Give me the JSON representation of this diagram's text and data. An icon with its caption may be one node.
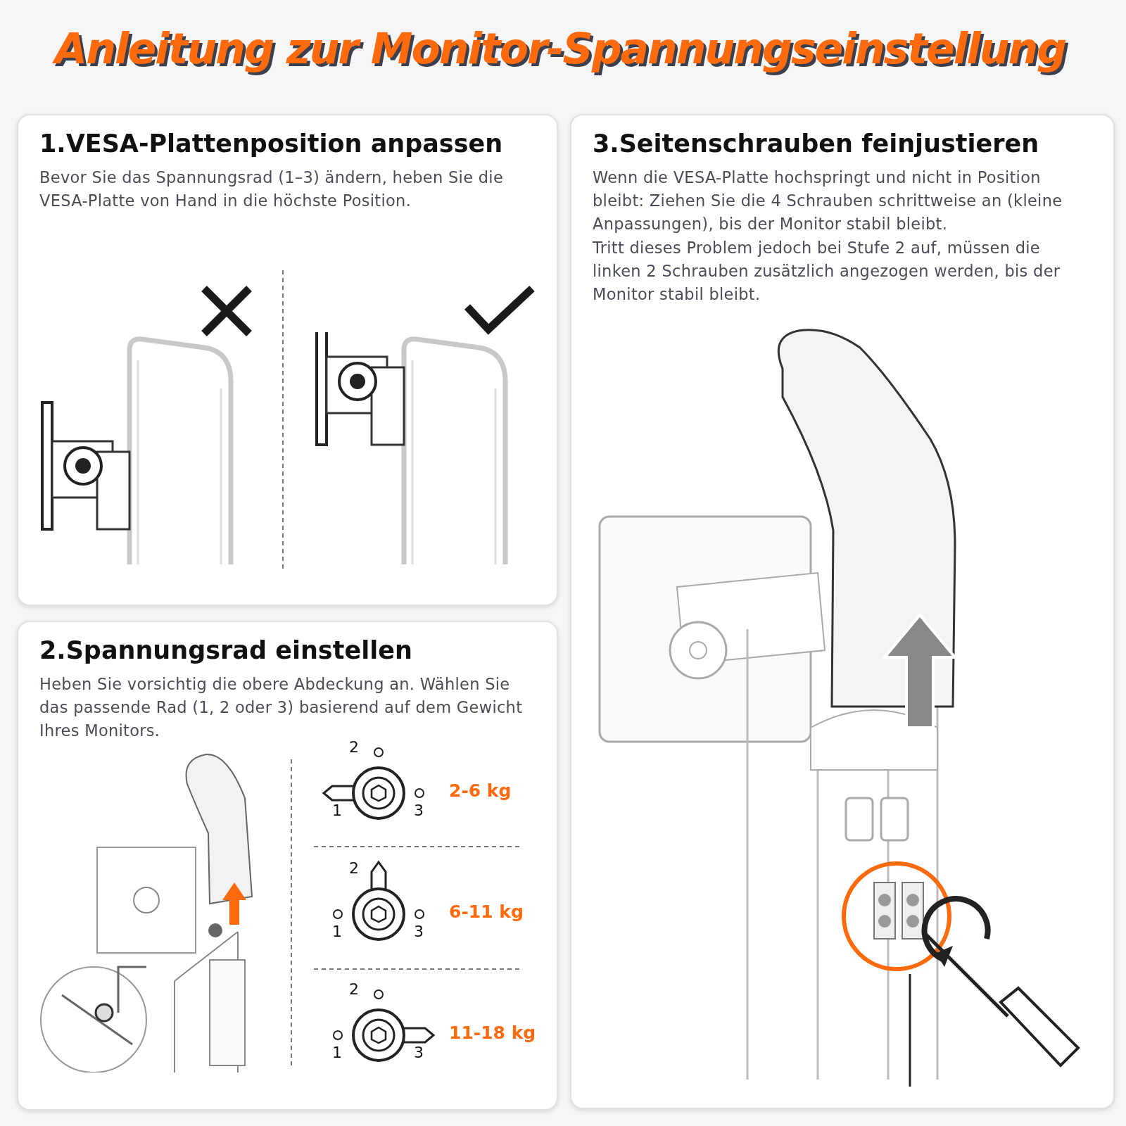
{
  "diagram": {
    "title": "Anleitung zur Monitor-Spannungseinstellung",
    "nodes": [
      {
        "text": [
          "1.VESA-Plattenposition anpassen",
          "Bevor Sie das Spannungsrad (1–3) ändern, heben Sie die VESA-Platte von Hand in die höchste Position."
        ]
      },
      {
        "text": [
          "2.Spannungsrad einstellen",
          "Heben Sie vorsichtig die obere Abdeckung an. Wählen Sie das passende Rad (1, 2 oder 3) basierend auf dem Gewicht Ihres Monitors."
        ]
      },
      {
        "text": [
          "3.Seitenschrauben feinjustieren",
          "Wenn die VESA-Platte hochspringt und nicht in Position bleibt: Ziehen Sie die 4 Schrauben schrittweise an (kleine Anpassungen), bis der Monitor stabil bleibt.",
          "Tritt dieses Problem jedoch bei Stufe 2 auf, müssen die linken 2 Schrauben zusätzlich angezogen werden, bis der Monitor stabil bleibt."
        ]
      }
    ],
    "labels": [
      "2",
      "1",
      "3",
      "2-6 kg",
      "2",
      "1",
      "3",
      "6-11 kg",
      "2",
      "1",
      "3",
      "11-18 kg"
    ]
  }
}
